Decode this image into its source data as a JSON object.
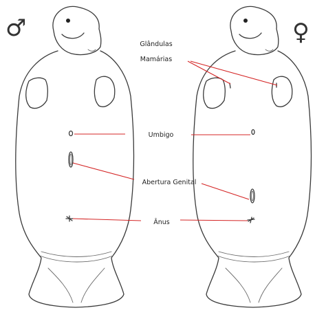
{
  "labels": {
    "mammary_line1": "Glândulas",
    "mammary_line2": "Mamárias",
    "navel": "Umbigo",
    "genital": "Abertura Genital",
    "anus": "Ânus"
  },
  "symbols": {
    "male": "♂",
    "female": "♀"
  },
  "colors": {
    "pointer": "#d42424",
    "outline": "#3a3a3a",
    "text": "#222222"
  }
}
